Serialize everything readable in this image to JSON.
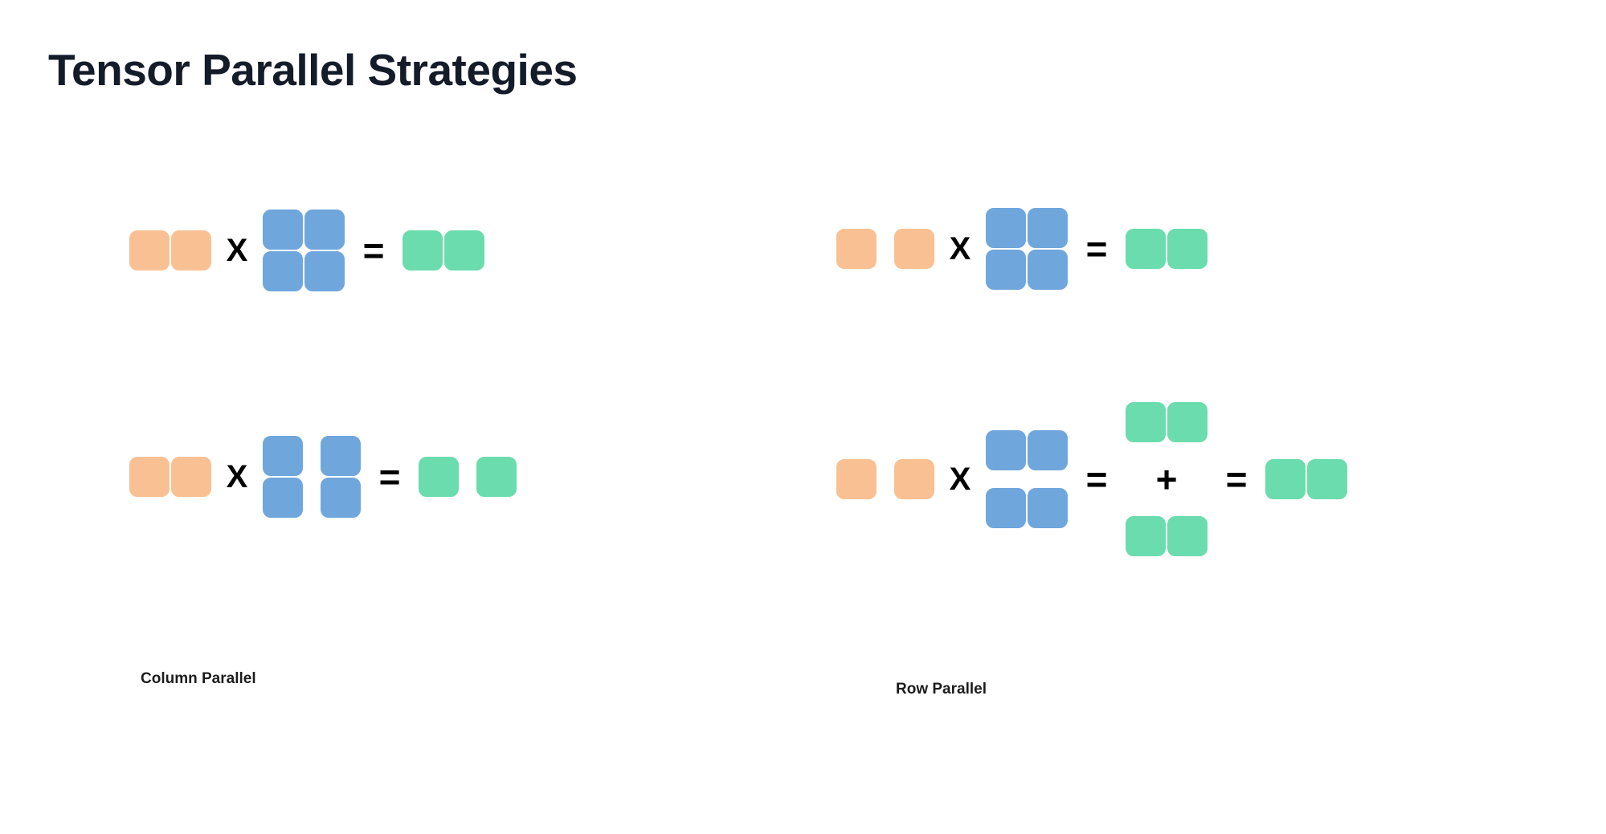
{
  "page": {
    "title": "Tensor Parallel Strategies",
    "background_color": "#ffffff"
  },
  "colors": {
    "title_text": "#141b29",
    "input_orange": "#f9c193",
    "weight_blue": "#6fa6dc",
    "output_green": "#6bdcad",
    "operator_black": "#000000"
  },
  "operators": {
    "multiply": "X",
    "equals": "=",
    "plus": "+"
  },
  "panels": [
    {
      "id": "column-parallel",
      "caption": "Column Parallel",
      "rows": [
        {
          "id": "unsharded-column",
          "description": "Unsharded matmul shown above the column-parallel split",
          "input": {
            "color": "orange",
            "rows": 1,
            "cols": 2,
            "col_gap": false,
            "row_gap": false
          },
          "weight": {
            "color": "blue",
            "rows": 2,
            "cols": 2,
            "col_gap": false,
            "row_gap": false
          },
          "output": {
            "color": "green",
            "rows": 1,
            "cols": 2,
            "col_gap": false,
            "row_gap": false
          }
        },
        {
          "id": "sharded-column",
          "description": "Weight split along columns, output split along columns",
          "input": {
            "color": "orange",
            "rows": 1,
            "cols": 2,
            "col_gap": false,
            "row_gap": false
          },
          "weight": {
            "color": "blue",
            "rows": 2,
            "cols": 2,
            "col_gap": true,
            "row_gap": false
          },
          "output": {
            "color": "green",
            "rows": 1,
            "cols": 2,
            "col_gap": true,
            "row_gap": false
          }
        }
      ]
    },
    {
      "id": "row-parallel",
      "caption": "Row Parallel",
      "rows": [
        {
          "id": "unsharded-row",
          "description": "Unsharded matmul shown above the row-parallel split",
          "input": {
            "color": "orange",
            "rows": 1,
            "cols": 2,
            "col_gap": true,
            "row_gap": false
          },
          "weight": {
            "color": "blue",
            "rows": 2,
            "cols": 2,
            "col_gap": false,
            "row_gap": false
          },
          "output": {
            "color": "green",
            "rows": 1,
            "cols": 2,
            "col_gap": false,
            "row_gap": false
          }
        },
        {
          "id": "sharded-row",
          "description": "Input split along columns, weight split along rows, partial outputs summed",
          "input": {
            "color": "orange",
            "rows": 1,
            "cols": 2,
            "col_gap": true,
            "row_gap": false
          },
          "weight": {
            "color": "blue",
            "rows": 2,
            "cols": 2,
            "col_gap": false,
            "row_gap": true
          },
          "partial_top": {
            "color": "green",
            "rows": 1,
            "cols": 2,
            "col_gap": false,
            "row_gap": false
          },
          "partial_bottom": {
            "color": "green",
            "rows": 1,
            "cols": 2,
            "col_gap": false,
            "row_gap": false
          },
          "output": {
            "color": "green",
            "rows": 1,
            "cols": 2,
            "col_gap": false,
            "row_gap": false
          }
        }
      ]
    }
  ]
}
